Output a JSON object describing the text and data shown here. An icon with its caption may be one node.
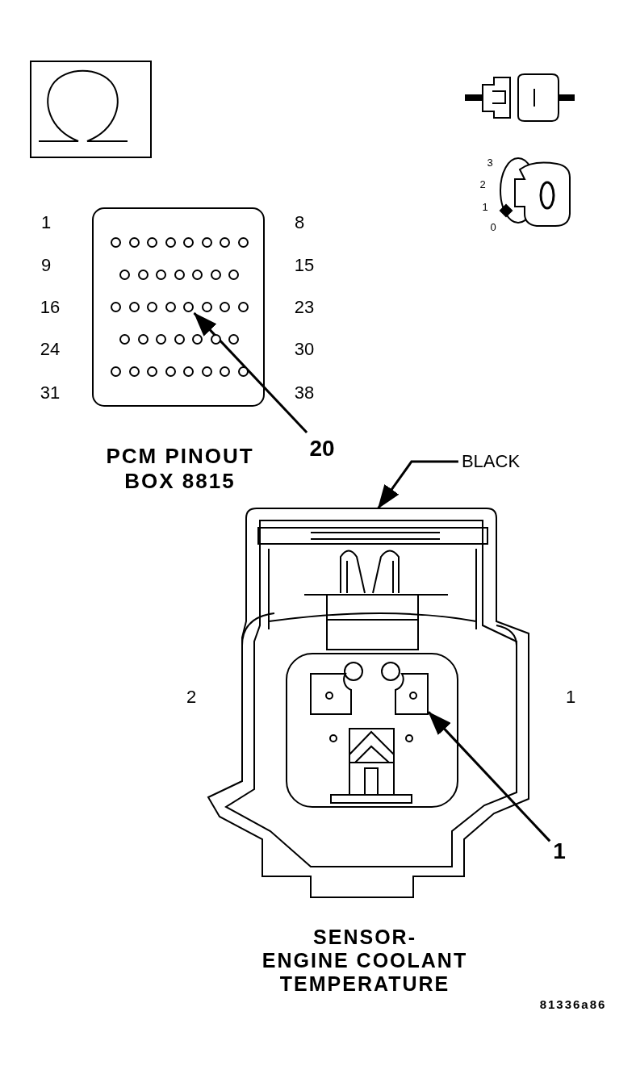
{
  "diagram": {
    "nodes": [
      {
        "text": [
          "20"
        ]
      },
      {
        "text": [],
        "shape": "circle"
      },
      {
        "text": [
          "BLACK"
        ]
      },
      {
        "text": [],
        "shape": "picture"
      },
      {
        "text": [
          "1"
        ]
      },
      {
        "text": [],
        "shape": "box",
        "in": 3
      }
    ],
    "edges": [
      {
        "from": 0,
        "to": 1,
        "arrow": "to"
      },
      {
        "from": 2,
        "to": 3,
        "arrow": "to"
      },
      {
        "from": 4,
        "to": 5,
        "arrow": "to"
      }
    ],
    "labels": [
      "3",
      "2",
      "1",
      "0",
      "1",
      "8",
      "9",
      "15",
      "16",
      "23",
      "24",
      "30",
      "31",
      "38",
      "PCM PINOUT BOX 8815",
      "2",
      "1",
      "SENSOR- ENGINE COOLANT TEMPERATURE",
      "81336a86"
    ]
  }
}
